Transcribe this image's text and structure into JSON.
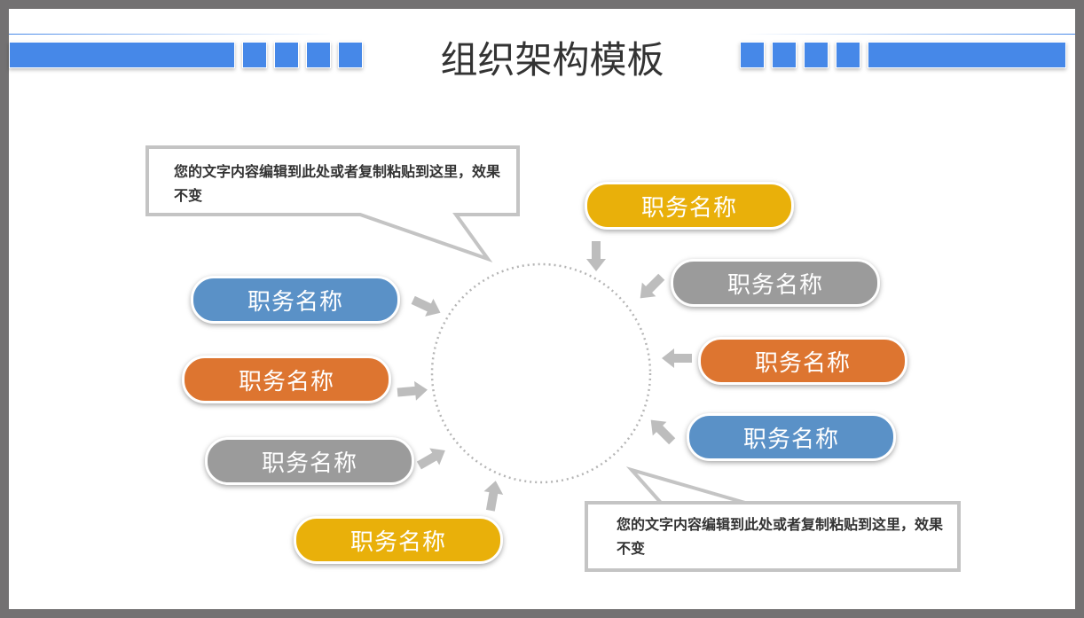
{
  "title": "组织架构模板",
  "callouts": [
    "您的文字内容编辑到此处或者复制粘贴到这里，效果不变",
    "您的文字内容编辑到此处或者复制粘贴到这里，效果不变"
  ],
  "positions": [
    {
      "label": "职务名称",
      "color": "#e9b00a"
    },
    {
      "label": "职务名称",
      "color": "#9b9b9b"
    },
    {
      "label": "职务名称",
      "color": "#dd7530"
    },
    {
      "label": "职务名称",
      "color": "#5a91c7"
    },
    {
      "label": "职务名称",
      "color": "#5a91c7"
    },
    {
      "label": "职务名称",
      "color": "#dd7530"
    },
    {
      "label": "职务名称",
      "color": "#9b9b9b"
    },
    {
      "label": "职务名称",
      "color": "#e9b00a"
    }
  ],
  "colors": {
    "accent": "#4688e8",
    "frame": "#737172",
    "arrow": "#bdbdbd"
  }
}
